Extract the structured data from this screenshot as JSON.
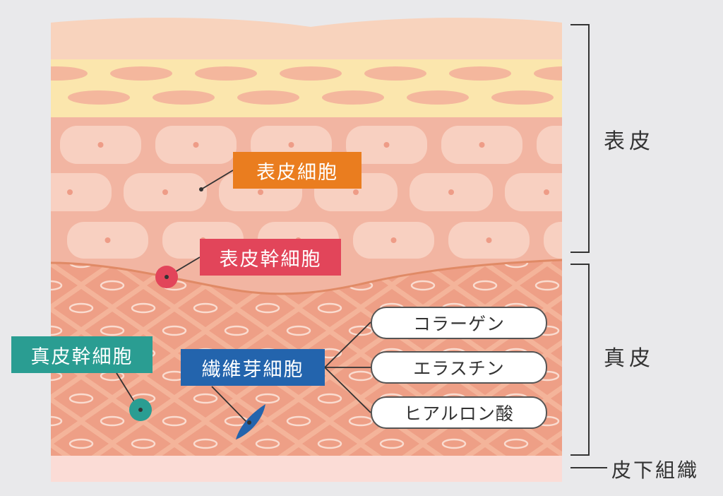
{
  "layers": {
    "epidermis": "表皮",
    "dermis": "真皮",
    "subcutaneous": "皮下組織"
  },
  "cells": {
    "epidermal_cell": "表皮細胞",
    "epidermal_stem_cell": "表皮幹細胞",
    "dermal_stem_cell": "真皮幹細胞",
    "fibroblast": "繊維芽細胞"
  },
  "products": [
    "コラーゲン",
    "エラスチン",
    "ヒアルロン酸"
  ],
  "colors": {
    "background": "#e9e9eb",
    "stratum_corneum": "#f8d3bd",
    "granular_layer": "#fbe6ad",
    "epidermis_layer": "#f2b5a2",
    "dermis_layer": "#f4b49a",
    "subcutaneous_layer": "#fbdcd6",
    "epidermal_cell_tag": "#ea7d1f",
    "epidermal_stem_cell_tag": "#e2455a",
    "dermal_stem_cell_tag": "#2a9d92",
    "fibroblast_tag": "#2364ad"
  }
}
